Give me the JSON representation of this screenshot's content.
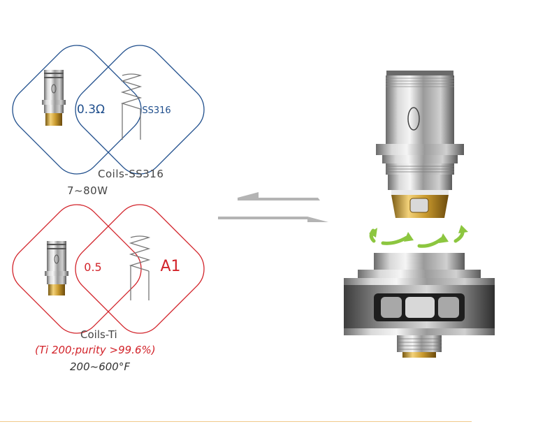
{
  "coil_ss316": {
    "resistance": "0.3Ω",
    "material": "SS316",
    "label": "Coils-SS316",
    "power": "7~80W",
    "color": "#1f4e8c"
  },
  "coil_ti": {
    "resistance": "0.5",
    "material": "A1",
    "label": "Coils-Ti",
    "subtitle": "(Ti 200;purity >99.6%)",
    "temperature": "200~600°F",
    "color": "#d2232a"
  },
  "icons": {
    "exchange": "swap-arrows-icon",
    "rotate": "rotate-arrows-icon"
  },
  "colors": {
    "arrow_gray": "#b4b4b4",
    "rotate_green": "#8cc63f",
    "divider": "#f0c98a"
  }
}
